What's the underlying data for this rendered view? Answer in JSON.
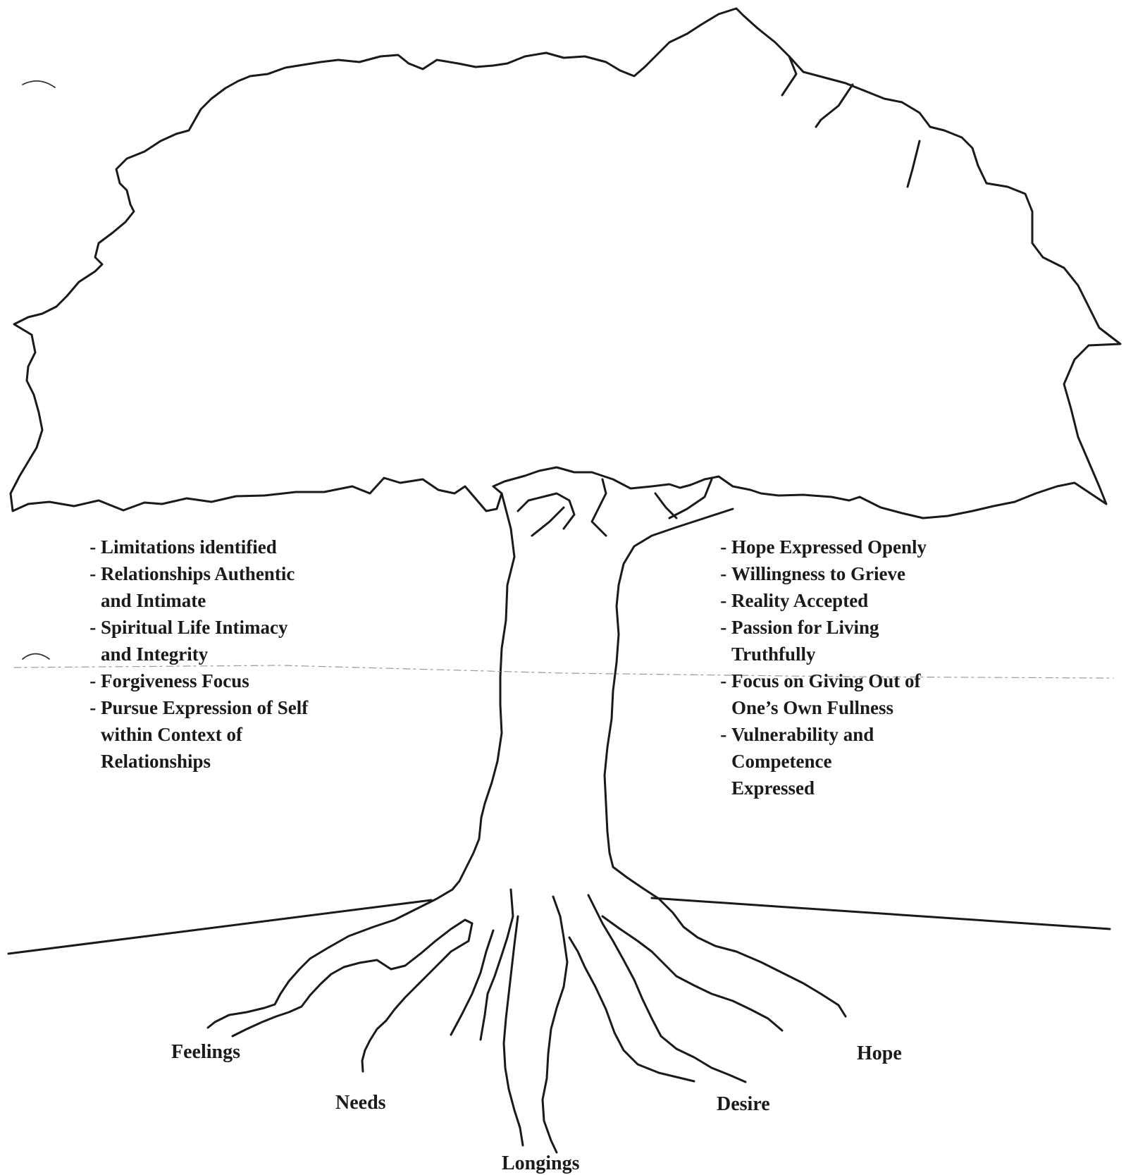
{
  "left_list": {
    "items": [
      "Limitations identified",
      "Relationships Authentic\nand Intimate",
      "Spiritual Life Intimacy\nand Integrity",
      "Forgiveness Focus",
      "Pursue Expression of Self\nwithin Context of\nRelationships"
    ]
  },
  "right_list": {
    "items": [
      "Hope Expressed Openly",
      "Willingness to Grieve",
      "Reality Accepted",
      "Passion for Living\nTruthfully",
      "Focus on Giving Out of\nOne’s Own Fullness",
      "Vulnerability and\nCompetence\nExpressed"
    ]
  },
  "roots": {
    "feelings": "Feelings",
    "needs": "Needs",
    "longings": "Longings",
    "desire": "Desire",
    "hope": "Hope"
  }
}
